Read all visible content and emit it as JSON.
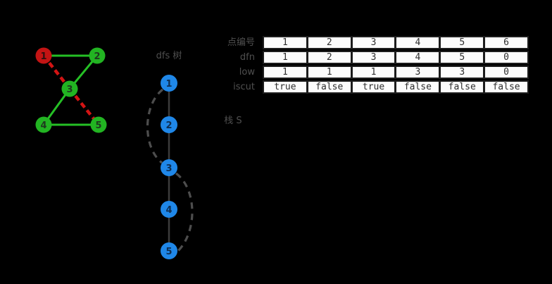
{
  "colors": {
    "background": "#000000",
    "cut_node_fill": "#c31414",
    "normal_node_fill": "#22b422",
    "graph_edge_green": "#25c025",
    "graph_edge_red_dashed": "#d31414",
    "tree_node_fill": "#1f87e8",
    "tree_edge": "#3c3c3c",
    "back_edge": "#4d4d4d",
    "label_text": "#4f4f4f",
    "cell_background": "#fcfcfc"
  },
  "graph": {
    "nodes": [
      {
        "label": "1",
        "role": "cut-vertex"
      },
      {
        "label": "2",
        "role": "normal"
      },
      {
        "label": "3",
        "role": "normal"
      },
      {
        "label": "4",
        "role": "normal"
      },
      {
        "label": "5",
        "role": "normal"
      }
    ],
    "edges": [
      {
        "from": "1",
        "to": "2",
        "style": "solid-green"
      },
      {
        "from": "2",
        "to": "3",
        "style": "solid-green"
      },
      {
        "from": "3",
        "to": "4",
        "style": "solid-green"
      },
      {
        "from": "4",
        "to": "5",
        "style": "solid-green"
      },
      {
        "from": "1",
        "to": "3",
        "style": "dashed-red"
      },
      {
        "from": "3",
        "to": "5",
        "style": "dashed-red"
      }
    ]
  },
  "dfs_tree": {
    "title": "dfs 树",
    "nodes": [
      {
        "label": "1"
      },
      {
        "label": "2"
      },
      {
        "label": "3"
      },
      {
        "label": "4"
      },
      {
        "label": "5"
      }
    ],
    "tree_edges": [
      "1-2",
      "2-3",
      "3-4",
      "4-5"
    ],
    "back_edges": [
      "1-3",
      "3-5"
    ]
  },
  "stack": {
    "label": "栈 S"
  },
  "table": {
    "rows": [
      {
        "label": "点编号",
        "values": [
          "1",
          "2",
          "3",
          "4",
          "5",
          "6"
        ]
      },
      {
        "label": "dfn",
        "values": [
          "1",
          "2",
          "3",
          "4",
          "5",
          "0"
        ]
      },
      {
        "label": "low",
        "values": [
          "1",
          "1",
          "1",
          "3",
          "3",
          "0"
        ]
      },
      {
        "label": "iscut",
        "values": [
          "true",
          "false",
          "true",
          "false",
          "false",
          "false"
        ]
      }
    ]
  }
}
